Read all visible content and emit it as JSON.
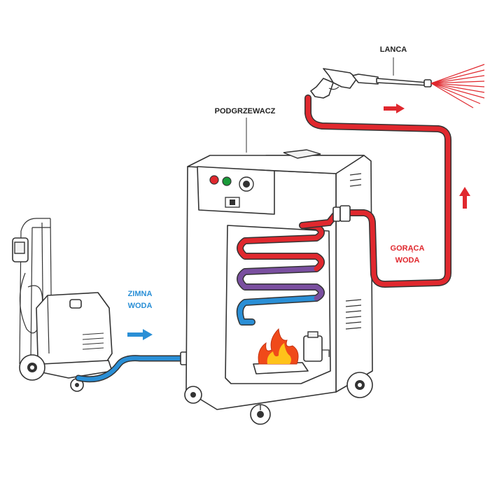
{
  "labels": {
    "lanca": "LANCA",
    "podgrzewacz": "PODGRZEWACZ",
    "zimna_line1": "ZIMNA",
    "zimna_line2": "WODA",
    "goraca_line1": "GORĄCA",
    "goraca_line2": "WODA"
  },
  "colors": {
    "cold_water": "#2a8fd6",
    "hot_water": "#e0282e",
    "transition": "#7a4fa0",
    "flame_outer": "#f04a1a",
    "flame_inner": "#ffc21a",
    "outline": "#333333"
  },
  "icons": {
    "pressure_washer": "pressure-washer-icon",
    "heater": "water-heater-icon",
    "lance": "spray-lance-icon",
    "flame": "flame-icon"
  }
}
